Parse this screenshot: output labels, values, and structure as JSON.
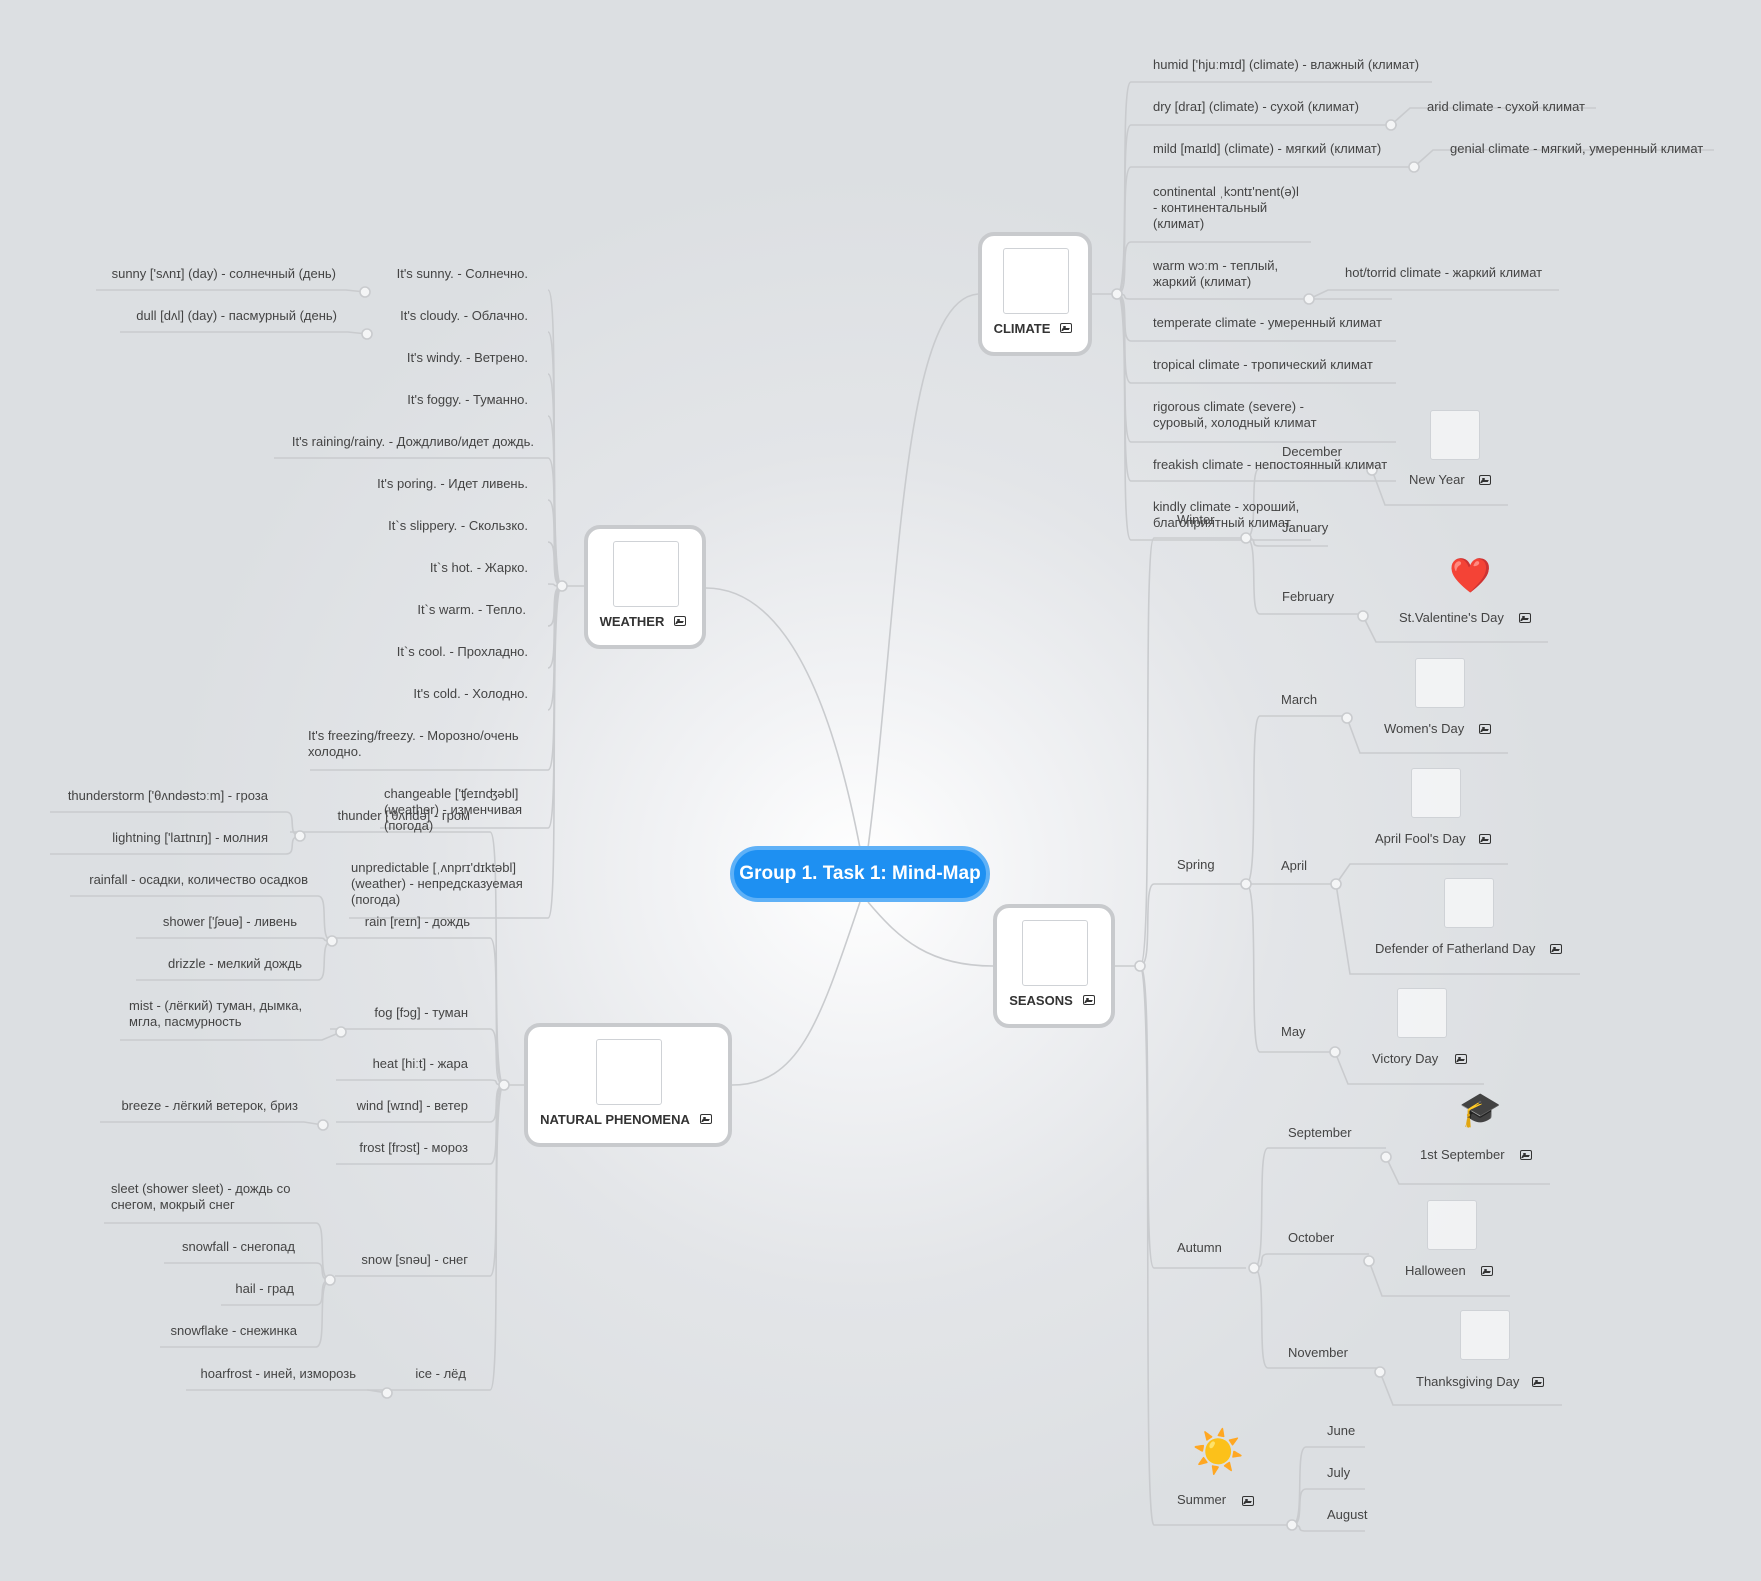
{
  "central": "Group 1. Task 1: Mind-Map",
  "climate": {
    "title": "CLIMATE",
    "items": [
      "humid ['hjuːmɪd] (climate) - влажный (климат)",
      "dry [draɪ] (climate) - сухой (климат)",
      "mild [maɪld] (climate) - мягкий (климат)",
      "continental ˌkɔntɪ'nent(ə)l\n- континентальный\n(климат)",
      "warm wɔːm - теплый,\nжаркий (климат)",
      "temperate climate - умеренный климат",
      "tropical climate - тропический климат",
      "rigorous climate (severe) -\nсуровый, холодный климат",
      "freakish climate - непостоянный климат",
      "kindly climate - хороший,\nблагоприятный климат"
    ],
    "sub_dry": "arid climate - сухой климат",
    "sub_mild": "genial climate - мягкий, умеренный климат",
    "sub_warm": "hot/torrid climate - жаркий климат"
  },
  "weather": {
    "title": "WEATHER",
    "items": [
      "It's sunny. - Солнечно.",
      "It's cloudy. - Облачно.",
      "It's windy. - Ветрено.",
      "It's foggy. - Туманно.",
      "It's raining/rainy. - Дождливо/идет дождь.",
      "It's poring. - Идет ливень.",
      "It`s slippery. - Скользко.",
      "It`s hot. - Жарко.",
      "It`s warm. - Тепло.",
      "It`s cool. - Прохладно.",
      "It's cold. - Холодно.",
      "It's freezing/freezy. - Морозно/очень\nхолодно.",
      "changeable ['ʧeɪnʤəbl]\n(weather) - изменчивая\n(погода)",
      "unpredictable [ˌʌnprɪ'dɪktəbl]\n(weather) - непредсказуемая\n(погода)"
    ],
    "sub_sunny": "sunny ['sʌnɪ] (day) - солнечный (день)",
    "sub_dull": "dull [dʌl] (day) - пасмурный (день)"
  },
  "phenomena": {
    "title": "NATURAL PHENOMENA",
    "items": [
      "thunder ['θʌndə] - гром",
      "rain [reɪn] - дождь",
      "fog [fɔg] - туман",
      "heat [hiːt] - жара",
      "wind [wɪnd] - ветер",
      "frost [frɔst] - мороз",
      "snow [snəu] - снег",
      "ice - лёд"
    ],
    "sub_thunder": [
      "thunderstorm ['θʌndəstɔːm] - гроза",
      "lightning ['laɪtnɪŋ] - молния"
    ],
    "sub_rain": [
      "rainfall - осадки, количество осадков",
      "shower ['ʃəuə] - ливень",
      "drizzle - мелкий дождь"
    ],
    "sub_fog": "mist - (лёгкий) туман, дымка,\nмгла, пасмурность",
    "sub_wind": "breeze - лёгкий ветерок, бриз",
    "sub_snow": [
      "sleet (shower sleet) - дождь со\nснегом, мокрый снег",
      "snowfall - снегопад",
      "hail - град",
      "snowflake - снежинка"
    ],
    "sub_ice": "hoarfrost - иней, изморозь"
  },
  "seasons": {
    "title": "SEASONS",
    "winter": "Winter",
    "december": "December",
    "new_year": "New Year",
    "january": "January",
    "february": "February",
    "valentine": "St.Valentine's Day",
    "spring": "Spring",
    "march": "March",
    "womens_day": "Women's Day",
    "april": "April",
    "fools_day": "April Fool's Day",
    "defender_day": "Defender of Fatherland Day",
    "may": "May",
    "victory_day": "Victory Day",
    "autumn": "Autumn",
    "september": "September",
    "first_september": "1st September",
    "october": "October",
    "halloween": "Halloween",
    "november": "November",
    "thanksgiving": "Thanksgiving Day",
    "summer": "Summer",
    "june": "June",
    "july": "July",
    "august": "August"
  },
  "icons": {
    "heart": "❤️",
    "graduation": "🎓",
    "sun": "☀️",
    "image": "image-icon"
  },
  "colors": {
    "central_fill": "#1e90f2",
    "line": "#c9cbce",
    "topic_border": "#c8cacd"
  }
}
